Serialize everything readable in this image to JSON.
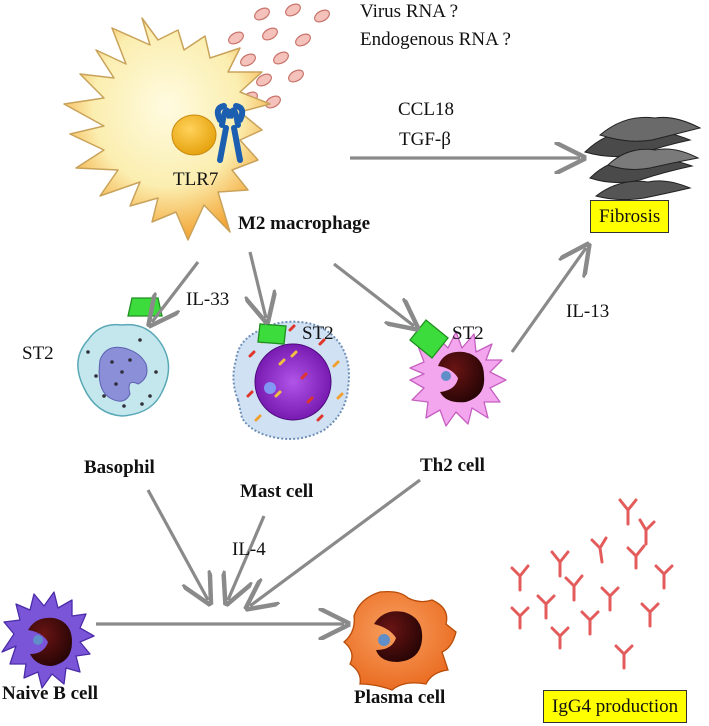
{
  "sources": {
    "line1": "Virus RNA ?",
    "line2": "Endogenous RNA ?"
  },
  "macrophage": {
    "name": "M2 macrophage",
    "receptor": "TLR7"
  },
  "fibrosis_signals": {
    "line1": "CCL18",
    "line2": "TGF-β"
  },
  "outcomes": {
    "fibrosis": "Fibrosis",
    "igg4": "IgG4 production"
  },
  "cytokines": {
    "il33": "IL-33",
    "il13": "IL-13",
    "il4": "IL-4"
  },
  "receptor_label": "ST2",
  "cells": {
    "basophil": "Basophil",
    "mast": "Mast cell",
    "th2": "Th2 cell",
    "naive_b": "Naive B cell",
    "plasma": "Plasma cell"
  },
  "colors": {
    "arrow": "#8a8a8a",
    "label_box": "#ffff00",
    "receptor_green": "#3ddc3d",
    "macrophage": "#fbf3bf",
    "basophil": "#bfe6ec",
    "mast": "#cfe1f3",
    "th2": "#f3a6ee",
    "naive_b": "#7b55d8",
    "plasma": "#f27a2f",
    "antibody": "#e35b5b",
    "rna": "#f2b0a8"
  }
}
